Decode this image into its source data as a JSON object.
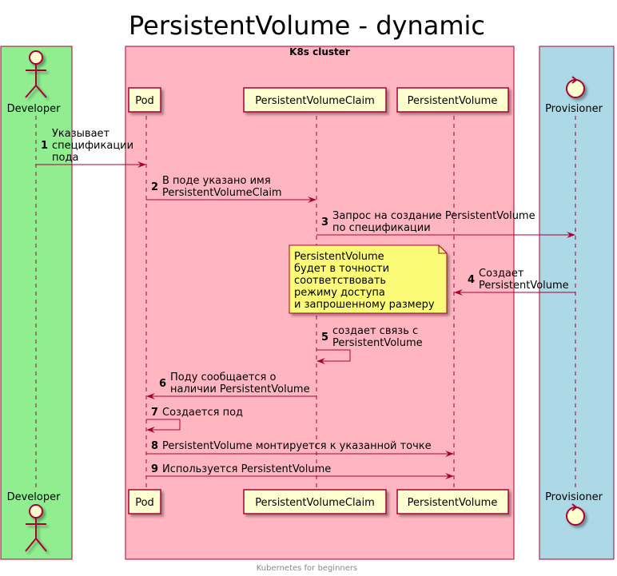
{
  "title": "PersistentVolume - dynamic",
  "footer": "Kubernetes for beginners",
  "cluster_box": {
    "label": "K8s cluster",
    "color": "#FFB6C1"
  },
  "colors": {
    "developer_box": "#90EE90",
    "provisioner_box": "#ADD8E6",
    "line": "#A80036",
    "participant_fill": "#FEFECE",
    "note_fill": "#FBFB77"
  },
  "participants": {
    "developer": {
      "label": "Developer",
      "icon": "actor-stick-figure-icon"
    },
    "pod": {
      "label": "Pod"
    },
    "pvc": {
      "label": "PersistentVolumeClaim"
    },
    "pv": {
      "label": "PersistentVolume"
    },
    "provisioner": {
      "label": "Provisioner",
      "icon": "control-circle-icon"
    }
  },
  "messages": [
    {
      "num": "1",
      "from": "developer",
      "to": "pod",
      "lines": [
        "Указывает",
        "спецификации",
        "пода"
      ]
    },
    {
      "num": "2",
      "from": "pod",
      "to": "pvc",
      "lines": [
        "В поде указано имя",
        "PersistentVolumeClaim"
      ]
    },
    {
      "num": "3",
      "from": "pvc",
      "to": "provisioner",
      "lines": [
        "Запрос на создание PersistentVolume",
        "по спецификации"
      ]
    },
    {
      "num": "4",
      "from": "provisioner",
      "to": "pv",
      "lines": [
        "Создает",
        "PersistentVolume"
      ]
    },
    {
      "num": "5",
      "from": "pvc",
      "to": "pvc",
      "lines": [
        "создает связь с",
        "PersistentVolume"
      ]
    },
    {
      "num": "6",
      "from": "pvc",
      "to": "pod",
      "lines": [
        "Поду сообщается о",
        "наличии PersistentVolume"
      ]
    },
    {
      "num": "7",
      "from": "pod",
      "to": "pod",
      "lines": [
        "Создается под"
      ]
    },
    {
      "num": "8",
      "from": "pod",
      "to": "pv",
      "lines": [
        "PersistentVolume монтируется к указанной точке"
      ]
    },
    {
      "num": "9",
      "from": "pod",
      "to": "pv",
      "lines": [
        "Используется PersistentVolume"
      ]
    }
  ],
  "note": {
    "lines": [
      "PersistentVolume",
      "будет в точности",
      "соответствовать",
      "режиму доступа",
      "и запрошенному размеру"
    ]
  }
}
